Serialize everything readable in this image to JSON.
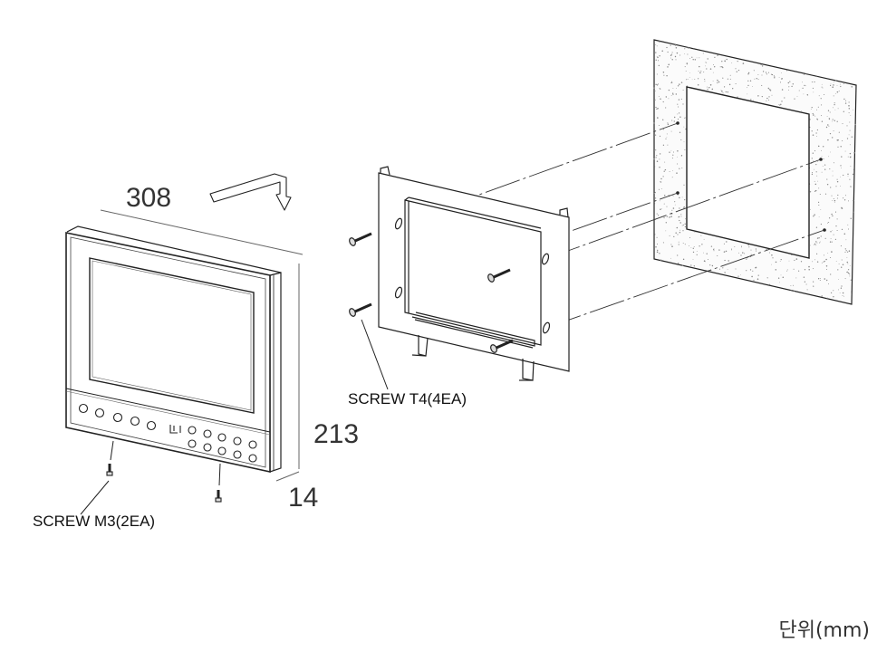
{
  "dimensions": {
    "width": "308",
    "height": "213",
    "depth": "14"
  },
  "labels": {
    "screw_bracket": "SCREW T4(4EA)",
    "screw_monitor": "SCREW M3(2EA)"
  },
  "unit_note": "단위(mm)",
  "colors": {
    "line": "#222222",
    "dimension_line": "#666666",
    "wall_speckle": "#888888"
  }
}
